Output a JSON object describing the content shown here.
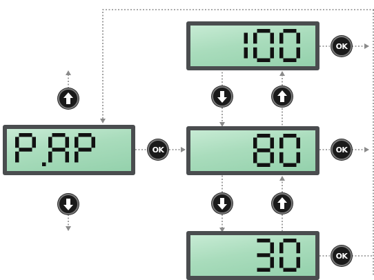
{
  "displays": {
    "main": {
      "text": "P.AP"
    },
    "value_top": {
      "text": "100"
    },
    "value_mid": {
      "text": "80"
    },
    "value_bottom": {
      "text": "30"
    }
  },
  "buttons": {
    "ok_label": "OK",
    "up_icon": "arrow-up-icon",
    "down_icon": "arrow-down-icon"
  },
  "colors": {
    "lcd_green": "#a9dcbc",
    "segment": "#111111",
    "frame": "#4a4d4f",
    "connector": "#8a8a8a"
  }
}
